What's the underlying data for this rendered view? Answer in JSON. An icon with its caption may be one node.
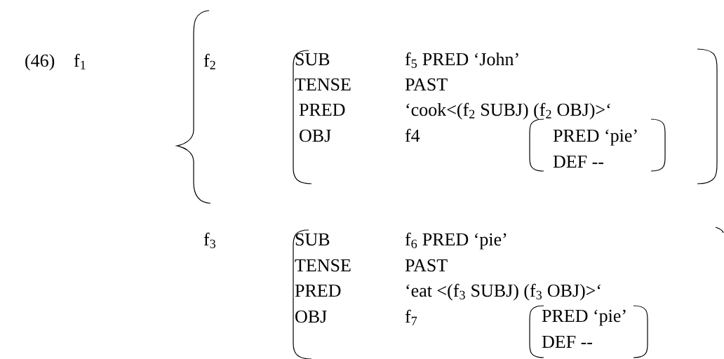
{
  "diagram": {
    "nodes": [
      {
        "text": [
          "SUB",
          "f$_{5}$ PRED  ‘John’",
          "TENSE",
          "PAST",
          "PRED",
          "‘cook<(f$_{2}$ SUBJ) (f$_{2}$ OBJ)>‘",
          "OBJ",
          "f4"
        ]
      },
      {
        "text": [
          "PRED ‘pie’",
          "DEF --"
        ],
        "in": 0
      },
      {
        "text": [
          "SUB",
          "f$_{6}$ PRED  ‘pie’",
          "TENSE",
          "PAST",
          "PRED",
          "‘eat <(f$_{3}$ SUBJ) (f$_{3}$ OBJ)>‘",
          "OBJ",
          "f$_{7}$"
        ]
      },
      {
        "text": [
          "PRED ‘pie’",
          "DEF --"
        ],
        "in": 2
      }
    ],
    "labels": [
      "(46)",
      "f$_{1}$",
      "f$_{2}$",
      "f$_{3}$"
    ]
  }
}
